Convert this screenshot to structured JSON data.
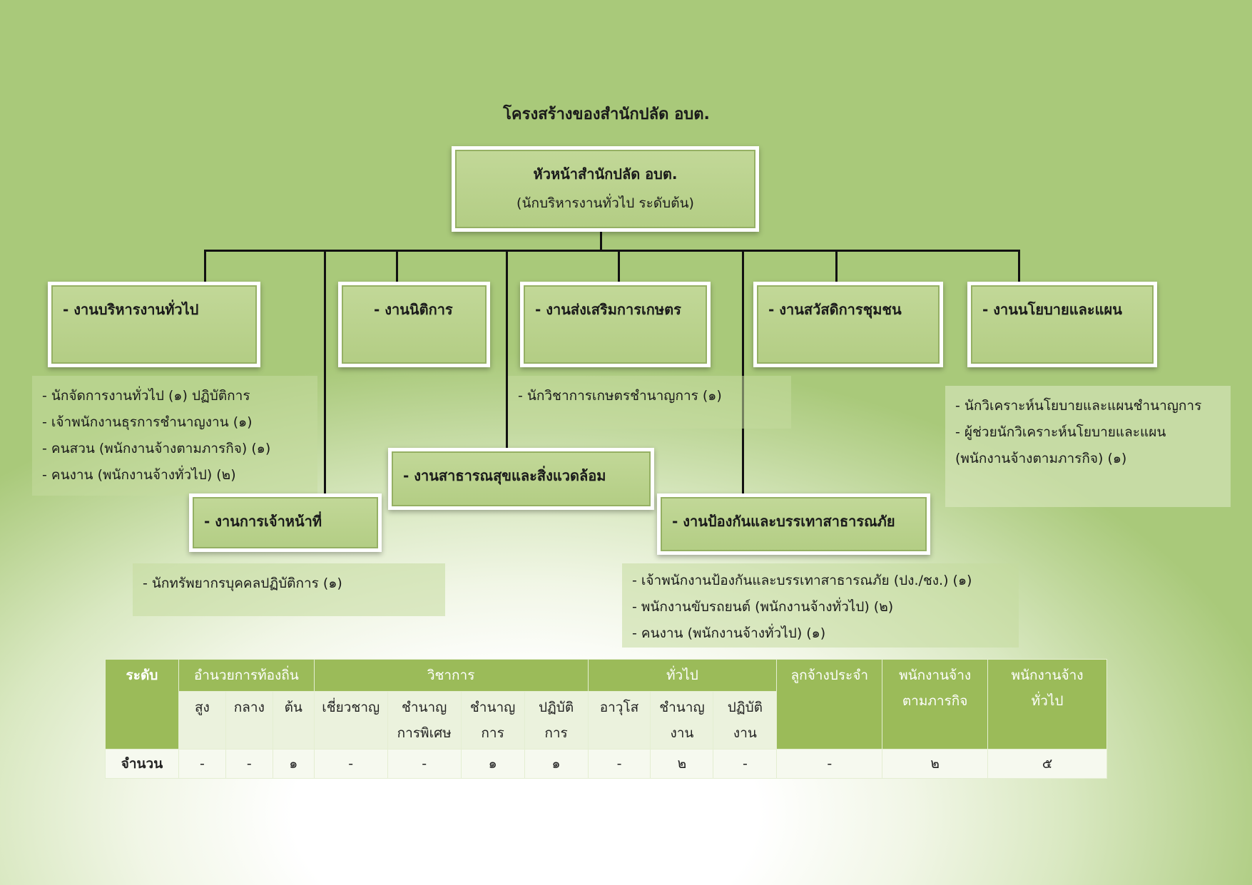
{
  "title": "โครงสร้างของสำนักปลัด อบต.",
  "head": {
    "title": "หัวหน้าสำนักปลัด อบต.",
    "subtitle": "(นักบริหารงานทั่วไป ระดับต้น)"
  },
  "units": {
    "general": "- งานบริหารงานทั่วไป",
    "legal": "- งานนิติการ",
    "agri": "- งานส่งเสริมการเกษตร",
    "welfare": "- งานสวัสดิการชุมชน",
    "policy": "- งานนโยบายและแผน",
    "personnel": "- งานการเจ้าหน้าที่",
    "health": "- งานสาธารณสุขและสิ่งแวดล้อม",
    "disaster": "- งานป้องกันและบรรเทาสาธารณภัย"
  },
  "staff": {
    "general": [
      "- นักจัดการงานทั่วไป (๑) ปฏิบัติการ",
      "- เจ้าพนักงานธุรการชำนาญงาน (๑)",
      "- คนสวน (พนักงานจ้างตามภารกิจ) (๑)",
      "- คนงาน (พนักงานจ้างทั่วไป) (๒)"
    ],
    "agri": [
      "- นักวิชาการเกษตรชำนาญการ (๑)"
    ],
    "policy": [
      "- นักวิเคราะห์นโยบายและแผนชำนาญการ",
      "- ผู้ช่วยนักวิเคราะห์นโยบายและแผน",
      "(พนักงานจ้างตามภารกิจ) (๑)"
    ],
    "personnel": [
      "- นักทรัพยากรบุคคลปฏิบัติการ (๑)"
    ],
    "disaster": [
      "- เจ้าพนักงานป้องกันและบรรเทาสาธารณภัย (ปง./ชง.) (๑)",
      "- พนักงานขับรถยนต์ (พนักงานจ้างทั่วไป) (๒)",
      "- คนงาน (พนักงานจ้างทั่วไป) (๑)"
    ]
  },
  "table": {
    "level_label": "ระดับ",
    "groups": [
      "อำนวยการท้องถิ่น",
      "วิชาการ",
      "ทั่วไป",
      "ลูกจ้างประจำ",
      "พนักงานจ้าง\nตามภารกิจ",
      "พนักงานจ้าง\nทั่วไป"
    ],
    "subs": [
      "สูง",
      "กลาง",
      "ต้น",
      "เชี่ยวชาญ",
      "ชำนาญ\nการพิเศษ",
      "ชำนาญ\nการ",
      "ปฏิบัติ\nการ",
      "อาวุโส",
      "ชำนาญ\nงาน",
      "ปฏิบัติ\nงาน"
    ],
    "count_label": "จำนวน",
    "counts": [
      "-",
      "-",
      "๑",
      "-",
      "-",
      "๑",
      "๑",
      "-",
      "๒",
      "-",
      "-",
      "๒",
      "๕"
    ]
  }
}
